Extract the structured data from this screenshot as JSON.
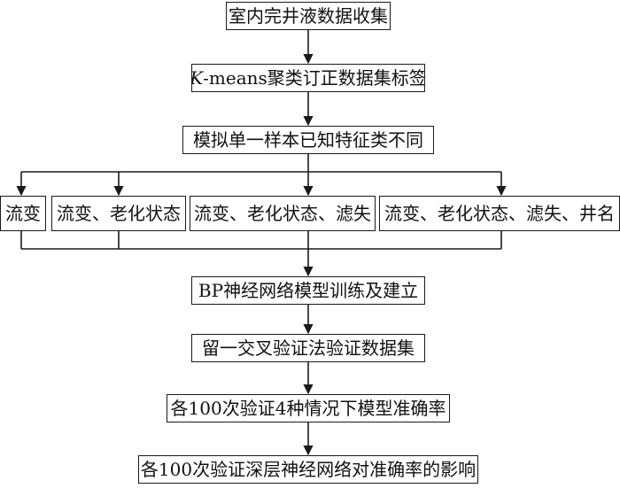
{
  "flow": {
    "step1": "室内完井液数据收集",
    "step2_var": "K",
    "step2_rest": "-means聚类订正数据集标签",
    "step3": "模拟单一样本已知特征类不同",
    "cases": [
      "流变",
      "流变、老化状态",
      "流变、老化状态、滤失",
      "流变、老化状态、滤失、井名"
    ],
    "step4": "BP神经网络模型训练及建立",
    "step5": "留一交叉验证法验证数据集",
    "step6": "各100次验证4种情况下模型准确率",
    "step7": "各100次验证深层神经网络对准确率的影响"
  }
}
